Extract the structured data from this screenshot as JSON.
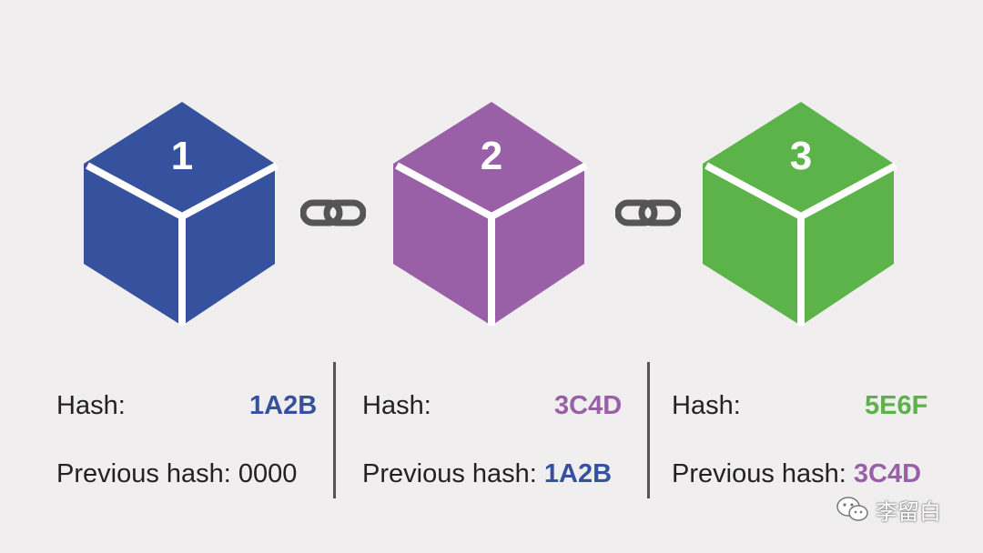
{
  "colors": {
    "block1": "#36529e",
    "block2": "#9960a8",
    "block3": "#5cb349",
    "text": "#222222",
    "divider": "#555555"
  },
  "blocks": [
    {
      "number": "1",
      "hash_label": "Hash:",
      "hash": "1A2B",
      "prev_label": "Previous hash:",
      "prev_hash": "0000"
    },
    {
      "number": "2",
      "hash_label": "Hash:",
      "hash": "3C4D",
      "prev_label": "Previous hash:",
      "prev_hash": "1A2B"
    },
    {
      "number": "3",
      "hash_label": "Hash:",
      "hash": "5E6F",
      "prev_label": "Previous hash:",
      "prev_hash": "3C4D"
    }
  ],
  "links": [
    {
      "icon": "chain-link-icon"
    },
    {
      "icon": "chain-link-icon"
    }
  ],
  "watermark": {
    "icon": "wechat-icon",
    "text": "李留白"
  }
}
